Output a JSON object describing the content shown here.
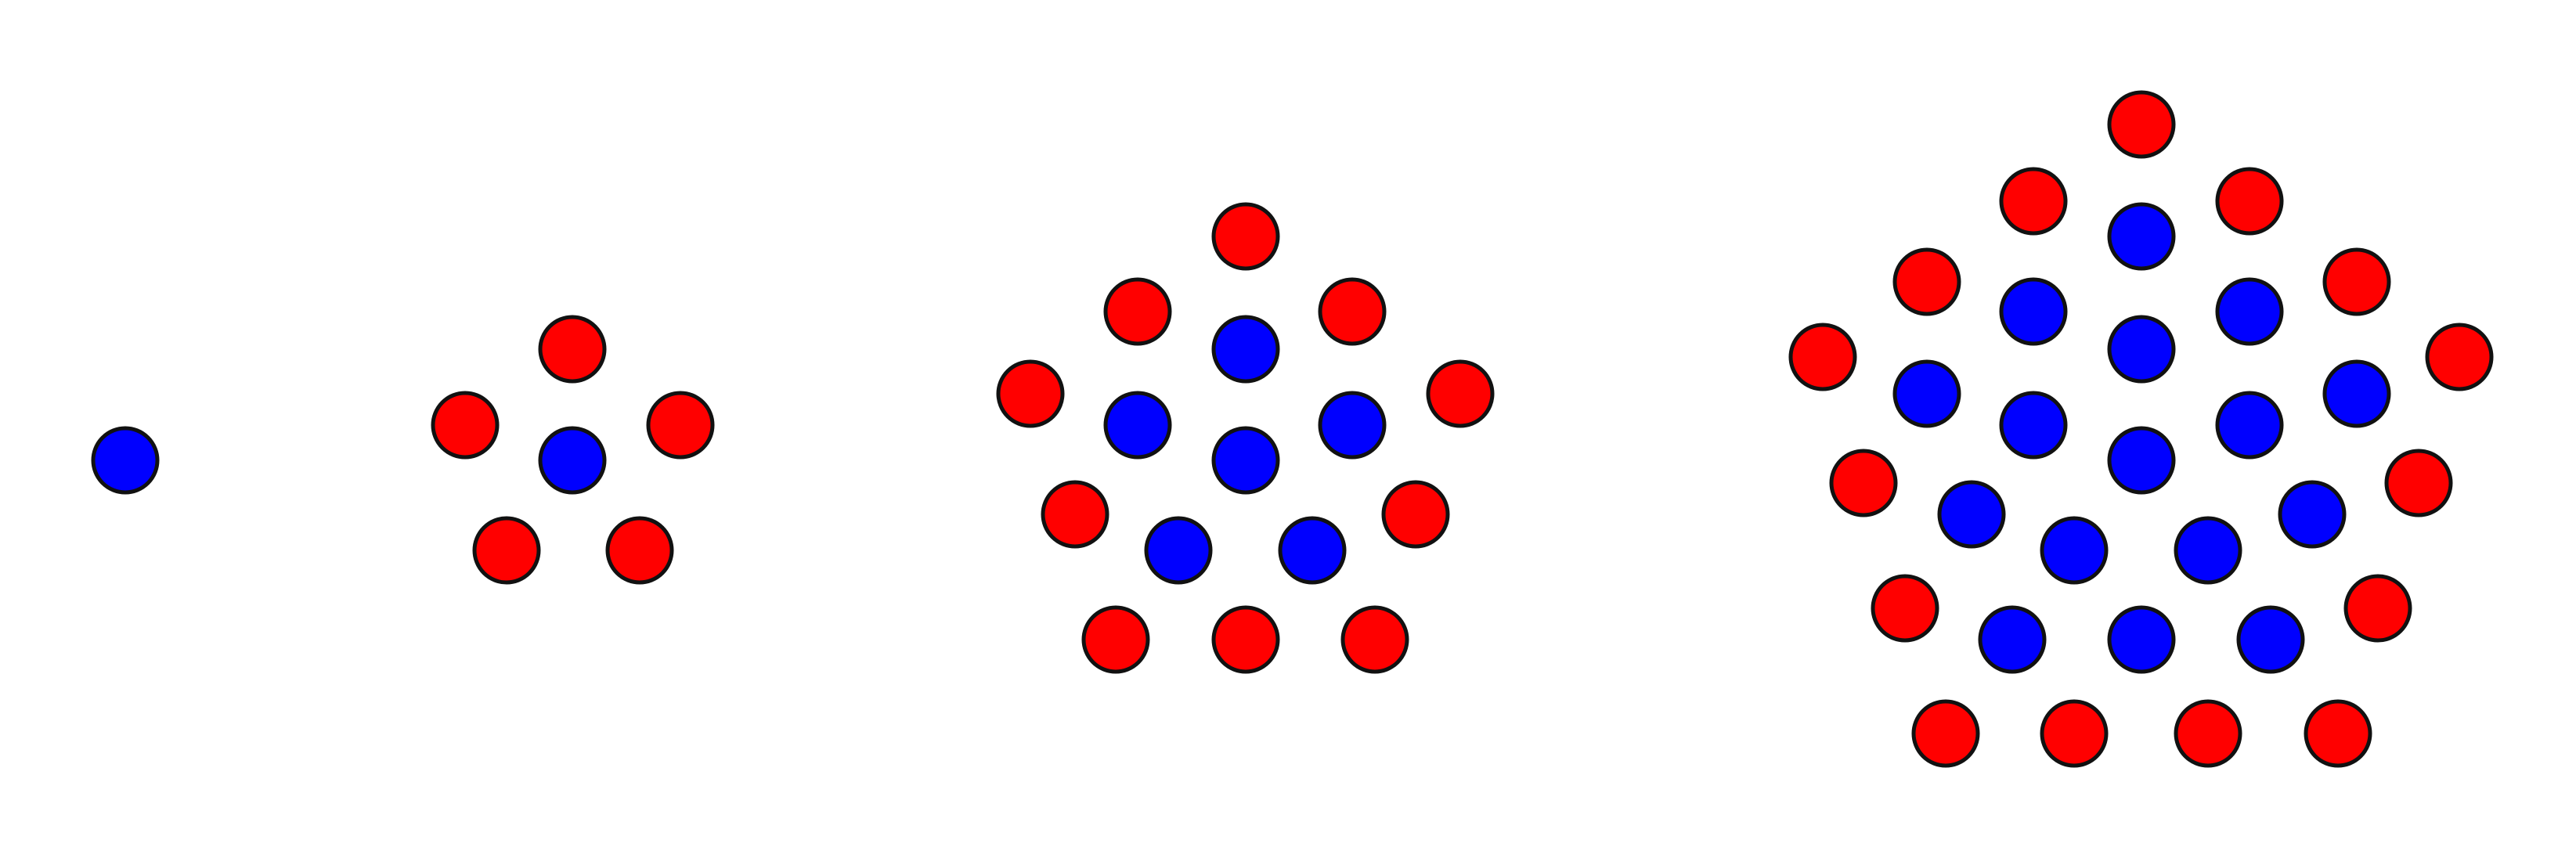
{
  "diagram": {
    "type": "pentagonal-number-dot-patterns",
    "colors": {
      "background": "#ffffff",
      "outline": "#111111",
      "new_layer": "#ff0000",
      "previous_layers": "#0000ff"
    },
    "stages": [
      {
        "stage": 1,
        "red": 0,
        "blue": 1,
        "total": 1
      },
      {
        "stage": 2,
        "red": 5,
        "blue": 1,
        "total": 6
      },
      {
        "stage": 3,
        "red": 10,
        "blue": 6,
        "total": 16
      },
      {
        "stage": 4,
        "red": 15,
        "blue": 16,
        "total": 31
      }
    ]
  }
}
